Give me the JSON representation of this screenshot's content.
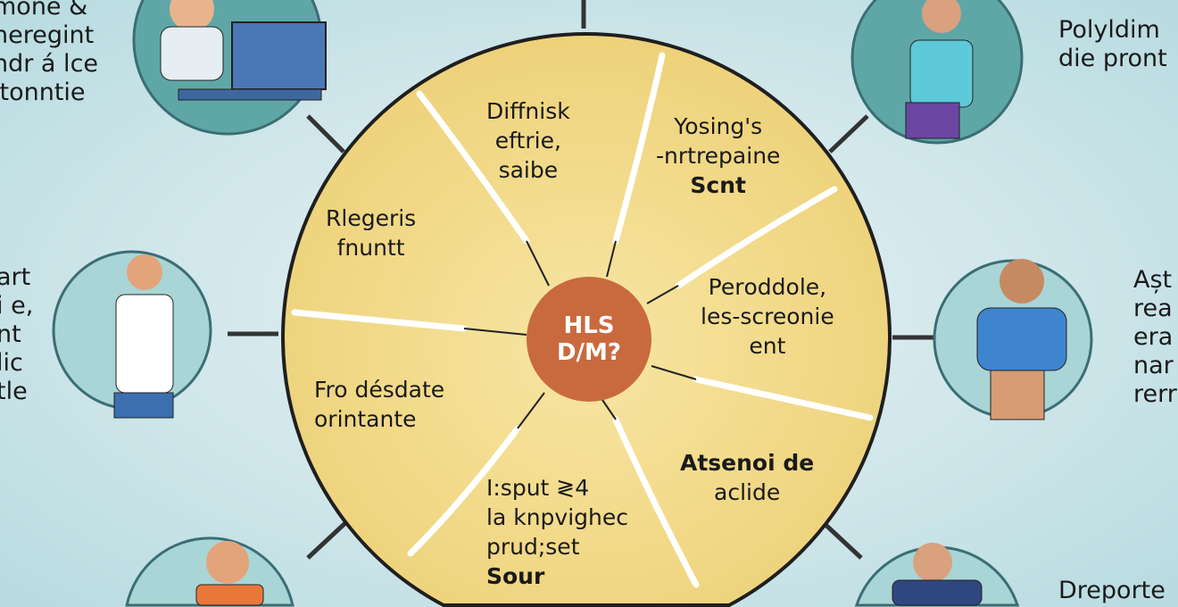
{
  "hub": {
    "line1": "HLS",
    "line2": "D/M?"
  },
  "wheel_sections": [
    {
      "lines": [
        "Diffnisk",
        "eftrie,",
        "saibe"
      ]
    },
    {
      "lines": [
        "Yosing's",
        "-nrtrepaine",
        "Scnt"
      ]
    },
    {
      "lines": [
        "Rlegeris",
        "fnuntt"
      ]
    },
    {
      "lines": [
        "Perоddole,",
        "les-screonie",
        "ent"
      ]
    },
    {
      "lines": [
        "Fro désdate",
        "orintante"
      ]
    },
    {
      "lines": [
        "Atsenoi de",
        "aclide"
      ]
    },
    {
      "lines": [
        "I:sput ≷4",
        "la knpvighec",
        "prud;set",
        "Sour"
      ]
    }
  ],
  "side_labels": {
    "top_left": "mone &\nheregint\nndr á lce\nltonntie",
    "mid_left": "art\ni e,\nnt\nlic\ntle",
    "top_right": "Polyldim\ndie pront",
    "mid_right": "Așt\nrea\nera\nnar\nrerr",
    "bottom_right": "Dreporte"
  },
  "colors": {
    "wheel": "#f3dd8e",
    "hub": "#c96a3e",
    "background": "#cfe6ea",
    "ring": "#1f1f1f"
  }
}
